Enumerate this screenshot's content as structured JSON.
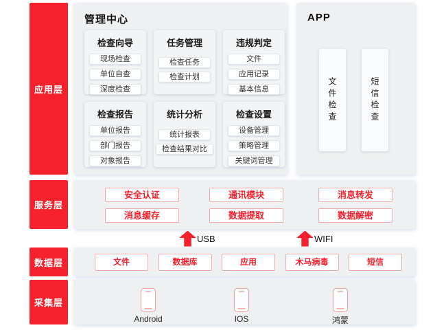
{
  "sidebar": {
    "layers": [
      {
        "label": "应用层"
      },
      {
        "label": "服务层"
      },
      {
        "label": "数据层"
      },
      {
        "label": "采集层"
      }
    ]
  },
  "management_center": {
    "title": "管理中心",
    "modules": [
      {
        "title": "检查向导",
        "items": [
          "现场检查",
          "单位自查",
          "深度检查"
        ]
      },
      {
        "title": "任务管理",
        "items": [
          "检查任务",
          "检查计划"
        ]
      },
      {
        "title": "违规判定",
        "items": [
          "文件",
          "应用记录",
          "基本信息"
        ]
      },
      {
        "title": "检查报告",
        "items": [
          "单位报告",
          "部门报告",
          "对象报告"
        ]
      },
      {
        "title": "统计分析",
        "items": [
          "统计报表",
          "检查结果对比"
        ]
      },
      {
        "title": "检查设置",
        "items": [
          "设备管理",
          "策略管理",
          "关键词管理"
        ]
      }
    ]
  },
  "app_panel": {
    "title": "APP",
    "features": [
      "文件检查",
      "短信检查"
    ]
  },
  "service_layer": {
    "items": [
      "安全认证",
      "通讯模块",
      "消息转发",
      "消息缓存",
      "数据提取",
      "数据解密"
    ]
  },
  "connectors": [
    {
      "label": "USB"
    },
    {
      "label": "WIFI"
    }
  ],
  "data_layer": {
    "items": [
      "文件",
      "数据库",
      "应用",
      "木马病毒",
      "短信"
    ]
  },
  "collection_layer": {
    "devices": [
      {
        "label": "Android"
      },
      {
        "label": "IOS"
      },
      {
        "label": "鸿蒙"
      }
    ]
  },
  "colors": {
    "accent_red": "#f5222d",
    "light_red_border": "#f4a9ab",
    "panel_background": "#eef0f1"
  }
}
